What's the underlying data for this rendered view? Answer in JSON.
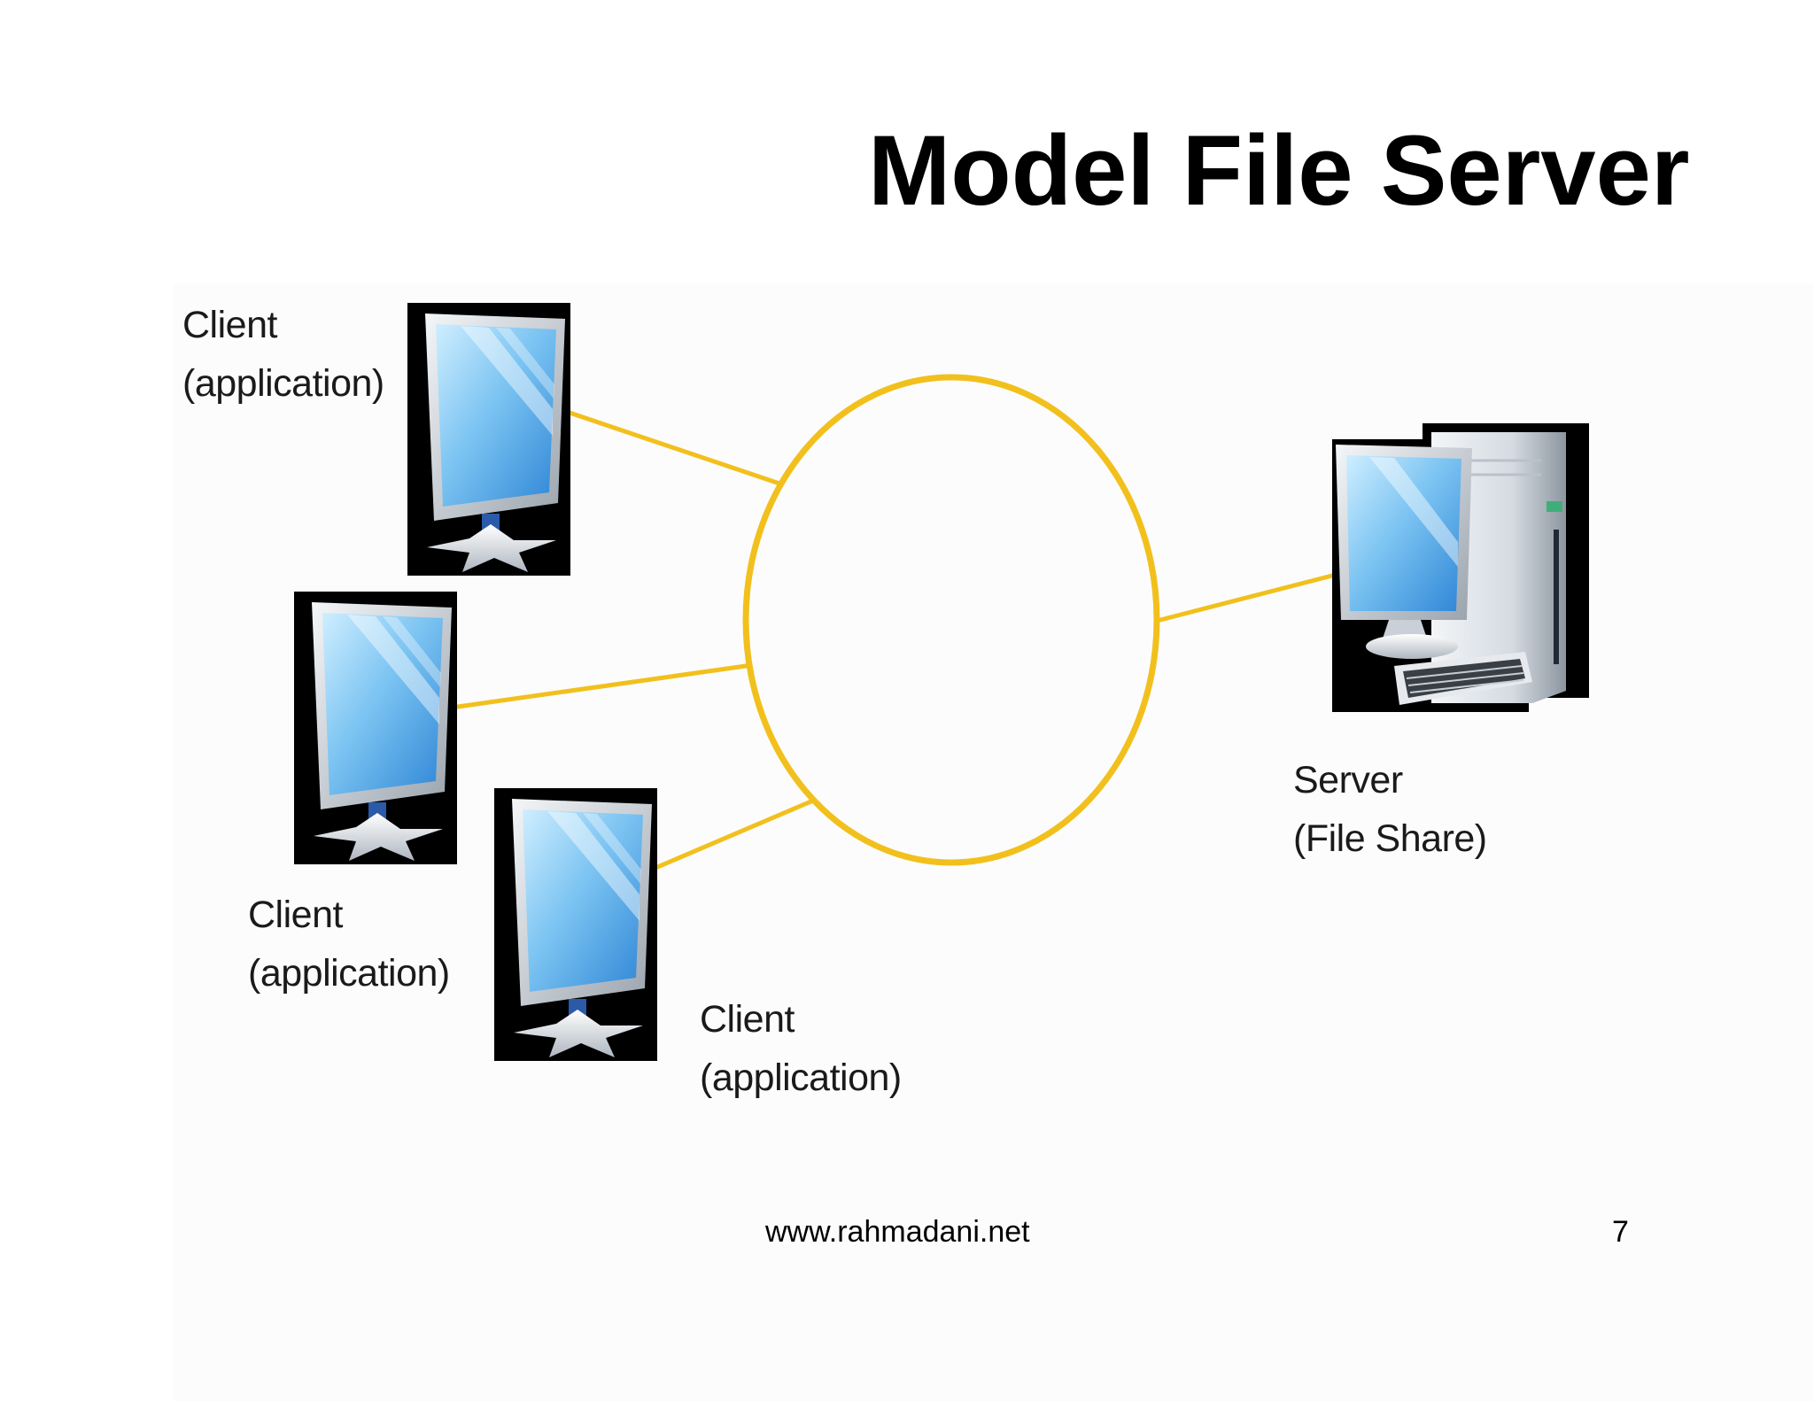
{
  "slide": {
    "title": "Model File Server",
    "footer_url": "www.rahmadani.net",
    "page_number": "7"
  },
  "diagram": {
    "network": {
      "shape": "ellipse",
      "color": "#f2c01d"
    },
    "clients": [
      {
        "line1": "Client",
        "line2": "(application)",
        "icon": "monitor-icon"
      },
      {
        "line1": "Client",
        "line2": "(application)",
        "icon": "monitor-icon"
      },
      {
        "line1": "Client",
        "line2": "(application)",
        "icon": "monitor-icon"
      }
    ],
    "server": {
      "line1": "Server",
      "line2": "(File Share)",
      "icon": "server-computer-icon"
    },
    "connector_color": "#f2c01d"
  }
}
